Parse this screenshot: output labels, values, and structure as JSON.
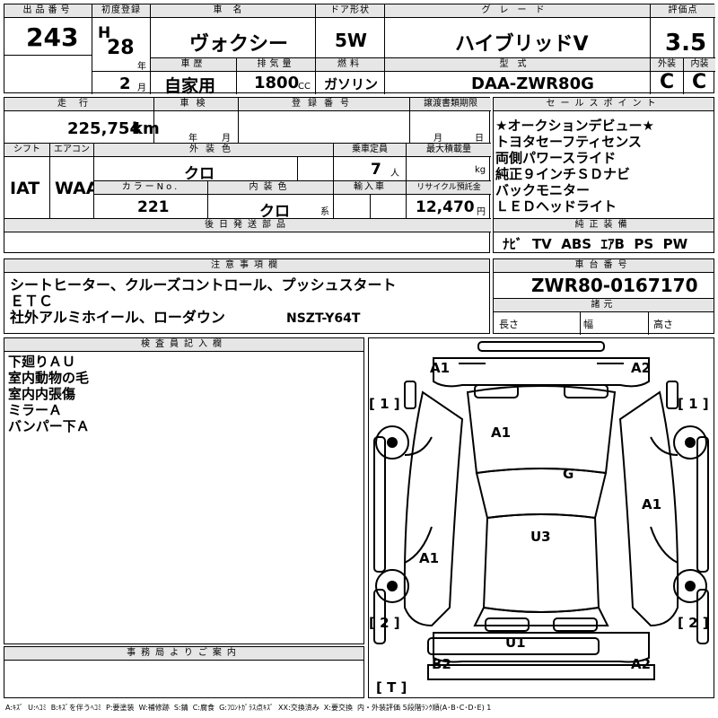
{
  "header": {
    "lot_no_label": "出品番号",
    "lot_no": "243",
    "first_reg_label": "初度登録",
    "era_mark": "H",
    "first_reg_year": "28",
    "year_unit": "年",
    "first_reg_month": "2",
    "month_unit": "月",
    "car_name_label": "車名",
    "car_name": "ヴォクシー",
    "history_label": "車歴",
    "history": "自家用",
    "displacement_label": "排気量",
    "displacement": "1800",
    "displacement_unit": "CC",
    "door_label": "ドア形状",
    "door": "5W",
    "fuel_label": "燃料",
    "fuel": "ガソリン",
    "grade_label": "グレード",
    "grade": "ハイブリッドV",
    "model_label": "型式",
    "model": "DAA-ZWR80G",
    "score_label": "評価点",
    "score": "3.5",
    "exterior_label": "外装",
    "exterior": "C",
    "interior_label": "内装",
    "interior": "C"
  },
  "row2": {
    "mileage_label": "走行",
    "mileage": "225,754",
    "mileage_unit": "km",
    "inspection_label": "車検",
    "inspection_year_unit": "年",
    "inspection_month_unit": "月",
    "registration_label": "登録番号",
    "transfer_label": "譲渡書類期限",
    "transfer_month_unit": "月",
    "transfer_day_unit": "日",
    "shift_label": "シフト",
    "shift": "IAT",
    "aircon_label": "エアコン",
    "aircon": "WAA",
    "ext_color_label": "外装色",
    "ext_color": "クロ",
    "capacity_label": "乗車定員",
    "capacity": "7",
    "capacity_unit": "人",
    "load_label": "最大積載量",
    "load_unit": "kg",
    "color_no_label": "カラーNo.",
    "color_no": "221",
    "int_color_label": "内装色",
    "int_color": "クロ",
    "int_color_unit": "系",
    "import_label": "輸入車",
    "recycle_label": "リサイクル預託金",
    "recycle": "12,470",
    "recycle_unit": "円",
    "later_parts_label": "後日発送部品"
  },
  "sales_points": {
    "label": "セールスポイント",
    "lines": [
      "★オークションデビュー★",
      "トヨタセーフティセンス",
      "両側パワースライド",
      "純正９インチＳＤナビ",
      "バックモニター",
      "ＬＥＤヘッドライト"
    ]
  },
  "genuine_equipment": {
    "label": "純正装備",
    "items": "ﾅﾋﾞ  TV  ABS  ｴｱB  PS  PW"
  },
  "notes": {
    "label": "注意事項欄",
    "lines": [
      "シートヒーター、クルーズコントロール、プッシュスタート",
      "ＥＴＣ",
      "社外アルミホイール、ローダウン"
    ],
    "code": "NSZT-Y64T"
  },
  "chassis": {
    "label": "車台番号",
    "number": "ZWR80-0167170",
    "dims_label": "諸元",
    "length_label": "長さ",
    "width_label": "幅",
    "height_label": "高さ"
  },
  "inspector": {
    "label": "検査員記入欄",
    "lines": [
      "下廻りＡＵ",
      "室内動物の毛",
      "室内内張傷",
      "ミラーＡ",
      "バンパー下Ａ"
    ]
  },
  "office": {
    "label": "事務局よりご案内"
  },
  "diagram": {
    "labels": {
      "front_left": "A1",
      "front_right": "A2",
      "hood": "A1",
      "roof": "G",
      "right_side": "A1",
      "center": "U3",
      "left_side": "A1",
      "rear_bumper": "U1",
      "rear_left": "B2",
      "rear_right": "A2"
    },
    "side_marks": {
      "top_left": "[ 1 ]",
      "top_right": "[ 1 ]",
      "bottom_left": "[ 2 ]",
      "bottom_right": "[ 2 ]",
      "tail": "[ T ]"
    }
  },
  "legend": "A:ｷｽﾞ  U:ﾍｺﾐ  B:ｷｽﾞを伴うﾍｺﾐ  P:要塗装  W:補修跡  S:錆  C:腐食  G:ﾌﾛﾝﾄｶﾞﾗｽ点ｷｽﾞ  XX:交換済み  X:要交換  内・外装評価 5段階ﾗﾝｸ順(A･B･C･D･E) 1"
}
